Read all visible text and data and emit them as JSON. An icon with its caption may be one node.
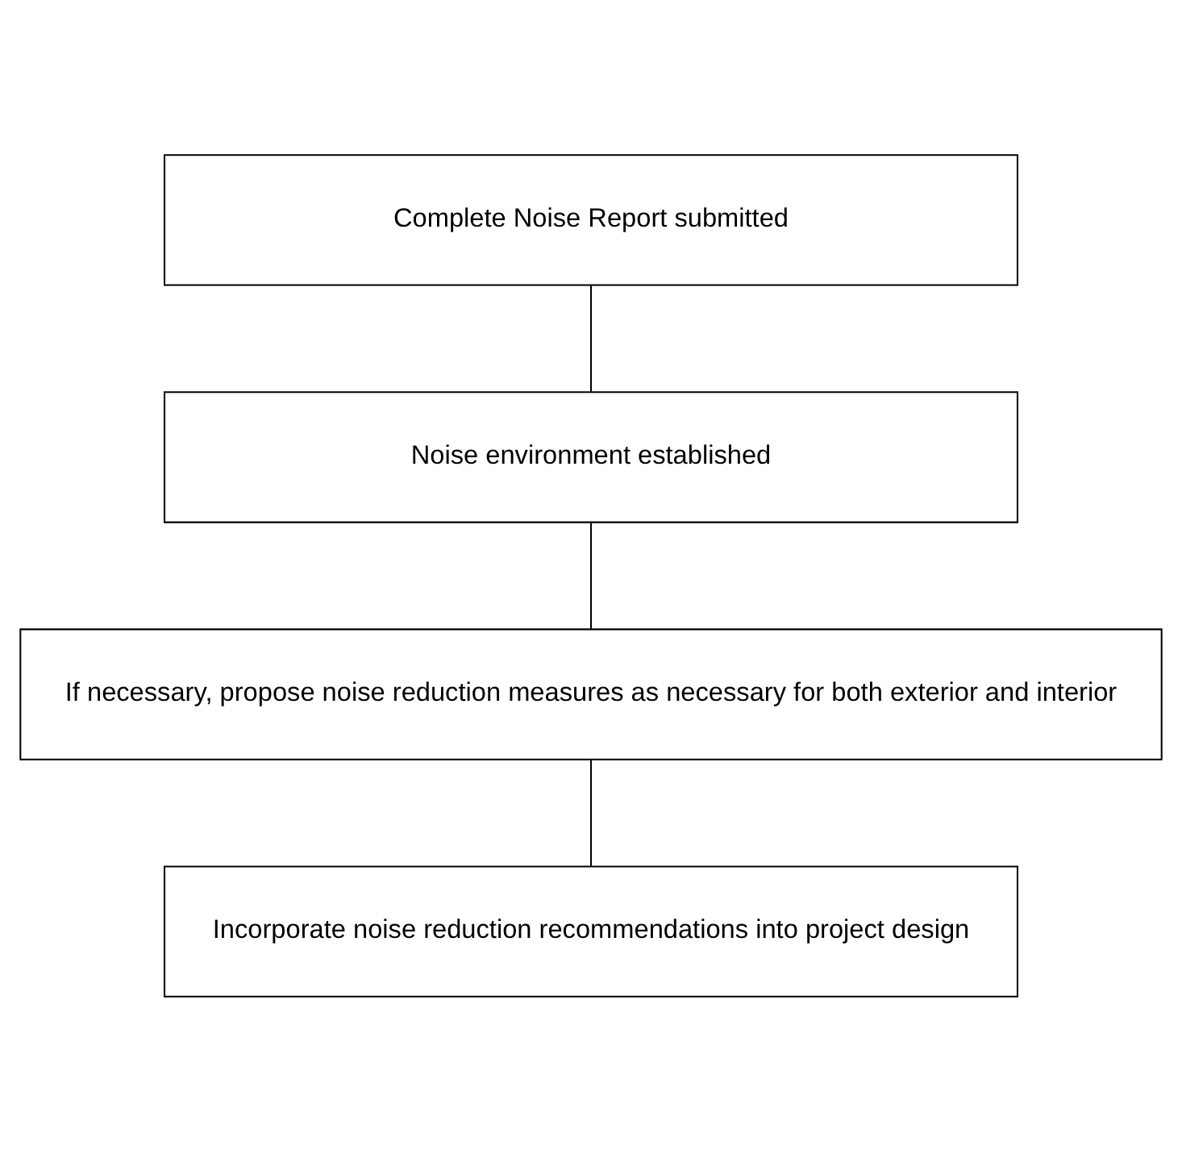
{
  "diagram": {
    "nodes": [
      {
        "text": [
          "Complete Noise Report submitted"
        ]
      },
      {
        "text": [
          "Noise environment established"
        ]
      },
      {
        "text": [
          "If necessary, propose noise reduction measures as necessary for both exterior and interior"
        ]
      },
      {
        "text": [
          "Incorporate noise reduction recommendations into project design"
        ]
      }
    ],
    "edges": [
      {
        "from": 0,
        "to": 1,
        "arrow": "none"
      },
      {
        "from": 1,
        "to": 2,
        "arrow": "none"
      },
      {
        "from": 2,
        "to": 3,
        "arrow": "none"
      }
    ]
  }
}
